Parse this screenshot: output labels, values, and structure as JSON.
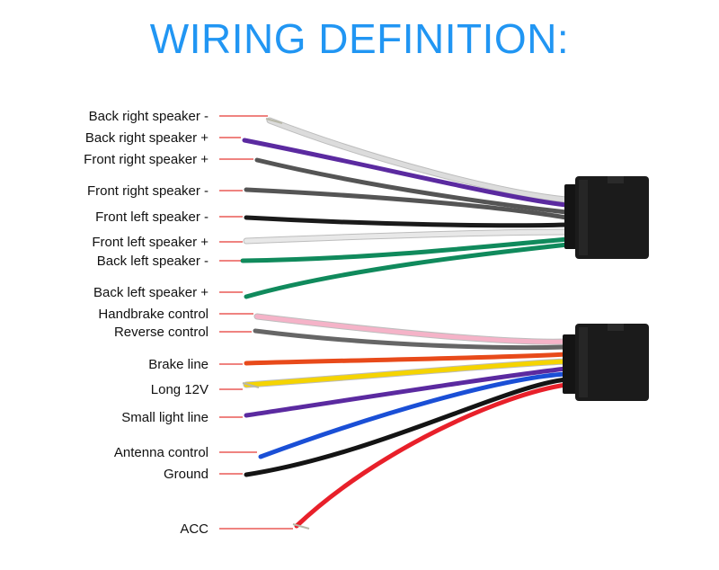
{
  "title": "WIRING DEFINITION:",
  "wires": [
    {
      "label": "Back right speaker -",
      "color": "#7d7d7d",
      "stroke": "#dcdcdc",
      "stripe": "#cfcfcf"
    },
    {
      "label": "Back right speaker +",
      "color": "#5b2aa0",
      "stroke": "#5b2aa0"
    },
    {
      "label": "Front right speaker +",
      "color": "#7d7d7d",
      "stroke": "#555555",
      "stripe": "#5b2aa0"
    },
    {
      "label": "Front right speaker -",
      "color": "#555555",
      "stroke": "#555555"
    },
    {
      "label": "Front left speaker -",
      "color": "#1a1a1a",
      "stroke": "#1a1a1a"
    },
    {
      "label": "Front left speaker +",
      "color": "#f2f2f2",
      "stroke": "#e8e8e8"
    },
    {
      "label": "Back left speaker -",
      "color": "#108a5c",
      "stroke": "#108a5c"
    },
    {
      "label": "Back left speaker +",
      "color": "#108a5c",
      "stroke": "#108a5c",
      "stripe": "#108a5c"
    },
    {
      "label": "Handbrake control",
      "color": "#f5b3c8",
      "stroke": "#f5b3c8"
    },
    {
      "label": "Reverse control",
      "color": "#666666",
      "stroke": "#666666"
    },
    {
      "label": "Brake line",
      "color": "#e84a1a",
      "stroke": "#e84a1a"
    },
    {
      "label": "Long 12V",
      "color": "#f5d400",
      "stroke": "#f5d400"
    },
    {
      "label": "Small light line",
      "color": "#5b2aa0",
      "stroke": "#5b2aa0"
    },
    {
      "label": "Antenna control",
      "color": "#1a4fd6",
      "stroke": "#1a4fd6"
    },
    {
      "label": "Ground",
      "color": "#141414",
      "stroke": "#141414"
    },
    {
      "label": "ACC",
      "color": "#e8202a",
      "stroke": "#e8202a"
    }
  ],
  "colors": {
    "title": "#2196f3",
    "pointer_line": "#e53935",
    "connector": "#1b1b1b",
    "bare_copper": "#b8b8a8"
  }
}
